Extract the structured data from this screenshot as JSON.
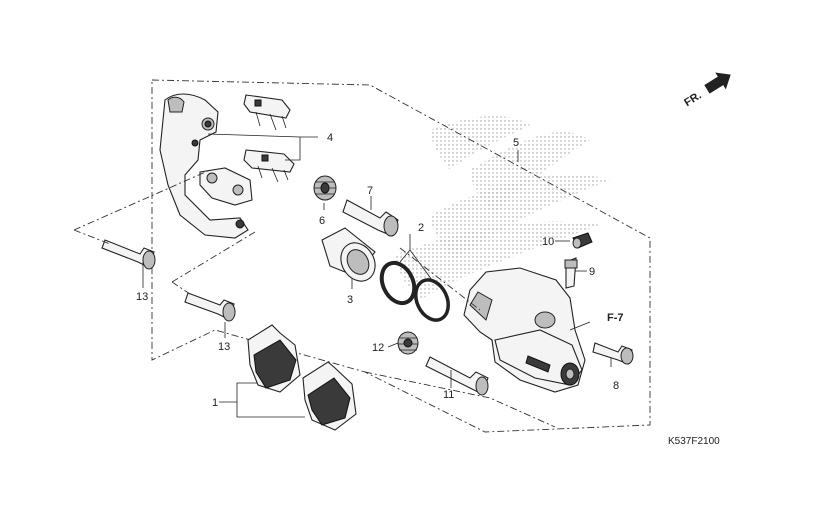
{
  "diagram_code": "K537F2100",
  "direction_label": "FR.",
  "reference_label": "F-7",
  "callouts": {
    "c1": "1",
    "c2": "2",
    "c3": "3",
    "c4": "4",
    "c5": "5",
    "c6": "6",
    "c7": "7",
    "c8": "8",
    "c9": "9",
    "c10": "10",
    "c11": "11",
    "c12": "12",
    "c13a": "13",
    "c13b": "13"
  }
}
